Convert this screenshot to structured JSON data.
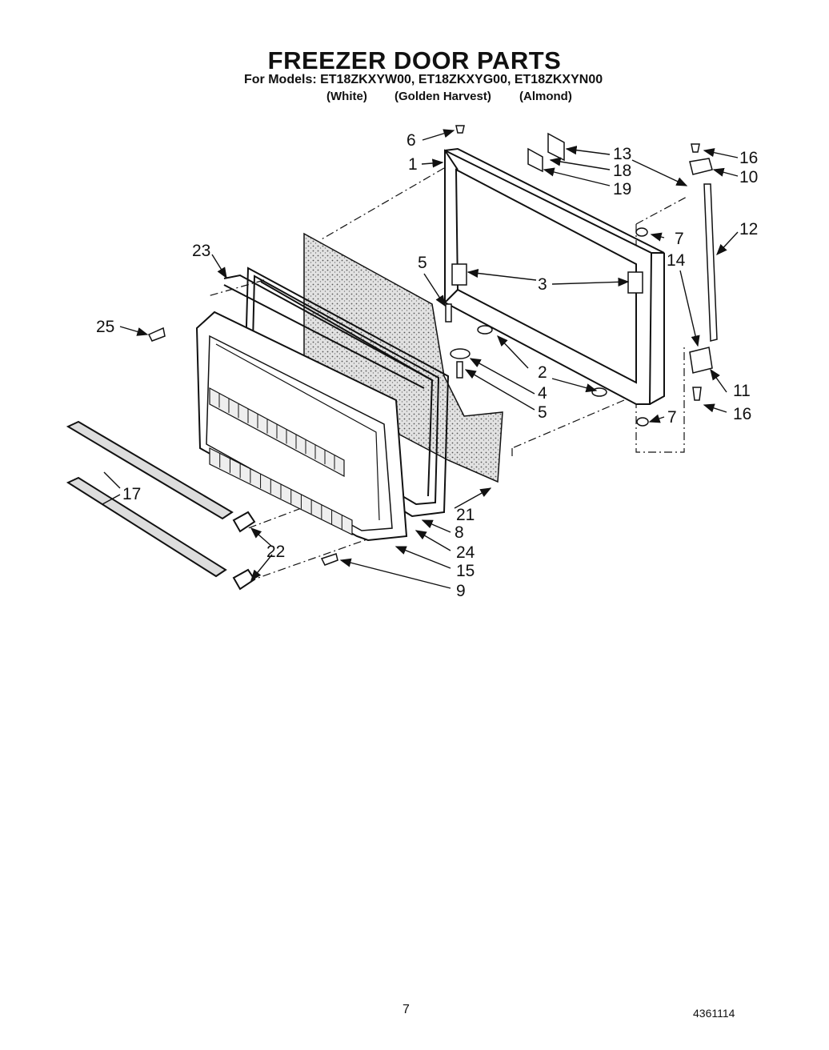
{
  "header": {
    "title": "FREEZER DOOR PARTS",
    "models": "For Models: ET18ZKXYW00, ET18ZKXYG00, ET18ZKXYN00",
    "colors": [
      "(White)",
      "(Golden Harvest)",
      "(Almond)"
    ]
  },
  "callouts": [
    "1",
    "2",
    "3",
    "4",
    "5",
    "5",
    "6",
    "7",
    "7",
    "8",
    "9",
    "10",
    "11",
    "12",
    "13",
    "14",
    "15",
    "16",
    "16",
    "17",
    "18",
    "19",
    "21",
    "22",
    "23",
    "24",
    "25"
  ],
  "footer": {
    "page_number": "7",
    "document_number": "4361114"
  }
}
